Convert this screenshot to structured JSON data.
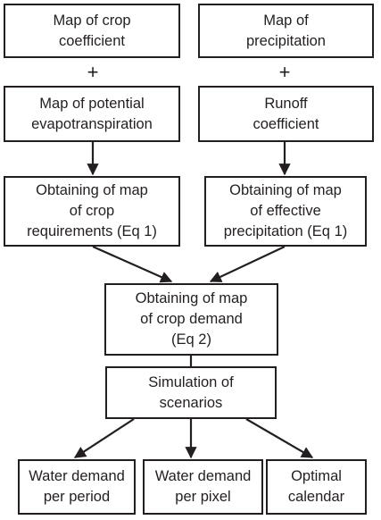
{
  "boxes": {
    "crop_coefficient": "Map of crop\ncoefficient",
    "potential_evapotranspiration": "Map of potential\nevapotranspiration",
    "crop_requirements": "Obtaining of map\nof crop\nrequirements (Eq 1)",
    "precipitation": "Map of\nprecipitation",
    "runoff_coefficient": "Runoff\ncoefficient",
    "effective_precipitation": "Obtaining of map\nof effective\nprecipitation (Eq 1)",
    "crop_demand": "Obtaining of map\nof crop demand\n(Eq 2)",
    "simulation": "Simulation of\nscenarios",
    "water_demand_period": "Water demand\nper period",
    "water_demand_pixel": "Water demand\nper pixel",
    "optimal_calendar": "Optimal\ncalendar"
  },
  "operators": {
    "left_plus": "+",
    "right_plus": "+"
  },
  "colors": {
    "stroke": "#231f20",
    "background": "#ffffff"
  }
}
